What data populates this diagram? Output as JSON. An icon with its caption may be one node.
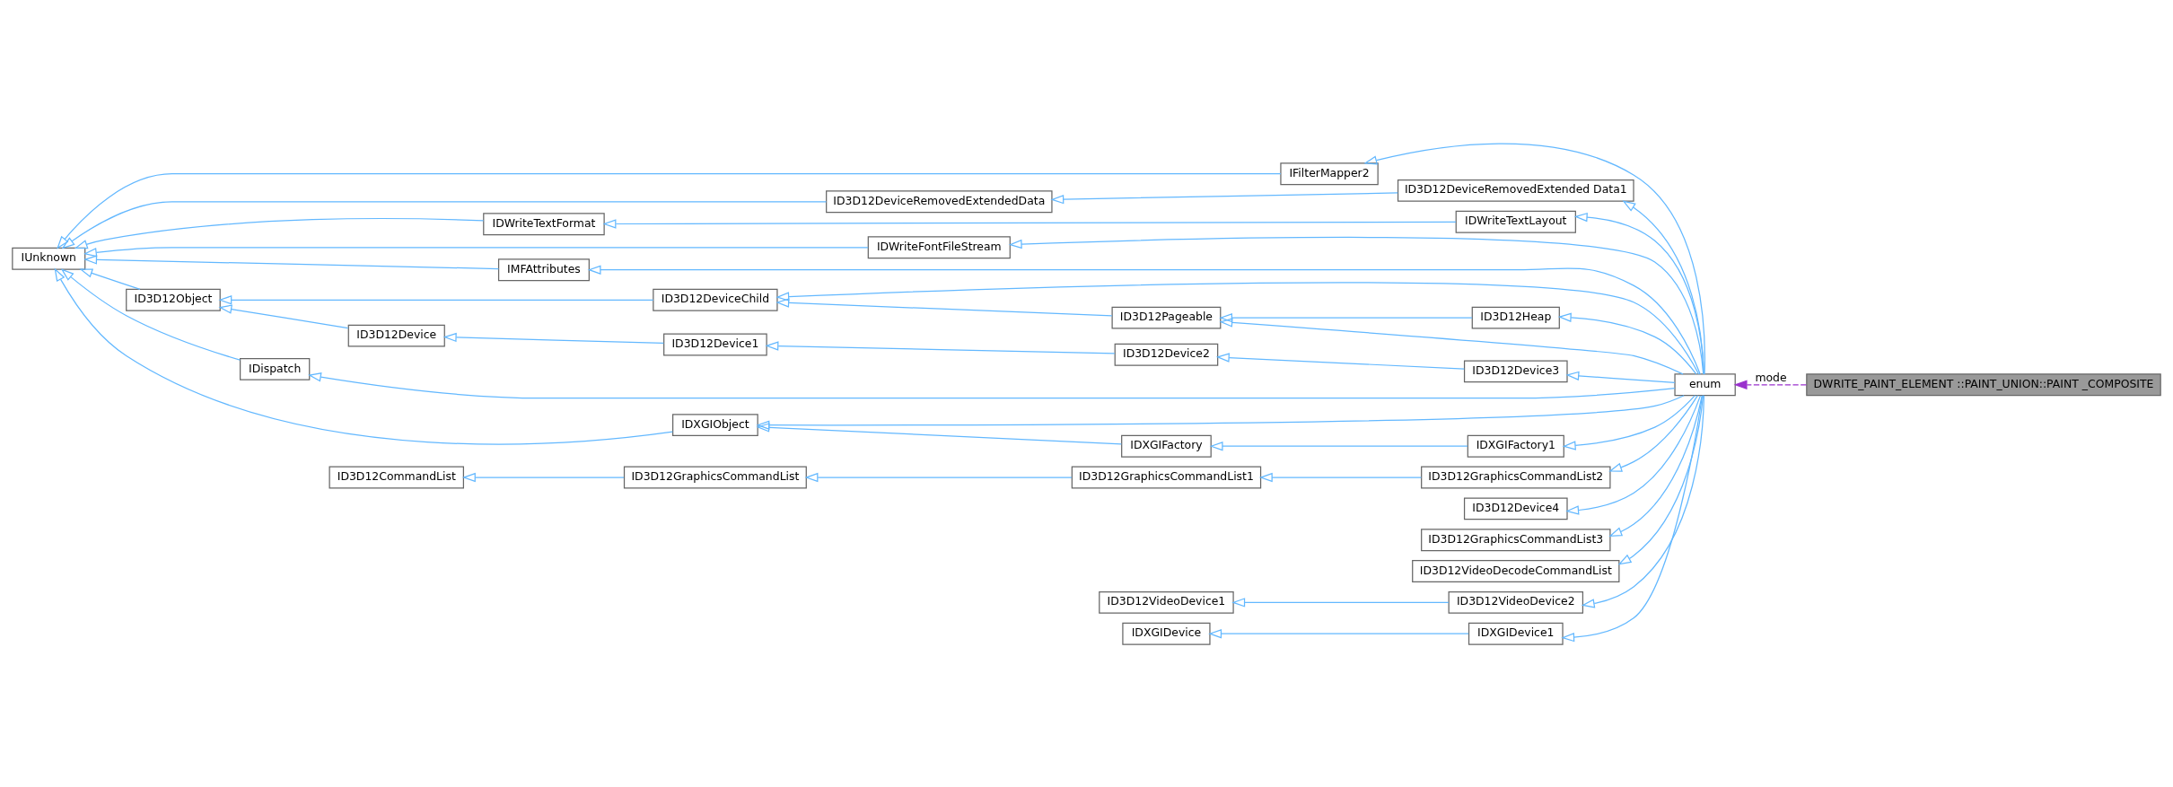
{
  "diagram": {
    "nodes": [
      {
        "text": [
          "IUnknown"
        ]
      },
      {
        "text": [
          "IFilterMapper2"
        ]
      },
      {
        "text": [
          "ID3D12Object"
        ]
      },
      {
        "text": [
          "ID3D12DeviceRemovedExtendedData"
        ]
      },
      {
        "text": [
          "IDWriteTextFormat"
        ]
      },
      {
        "text": [
          "ID3D12DeviceChild"
        ]
      },
      {
        "text": [
          "ID3D12Device"
        ]
      },
      {
        "text": [
          "ID3D12DeviceRemovedExtended Data1"
        ]
      },
      {
        "text": [
          "IDWriteTextLayout"
        ]
      },
      {
        "text": [
          "IDWriteFontFileStream"
        ]
      },
      {
        "text": [
          "IDXGIObject"
        ]
      },
      {
        "text": [
          "IDXGIFactory"
        ]
      },
      {
        "text": [
          "IMFAttributes"
        ]
      },
      {
        "text": [
          "IDispatch"
        ]
      },
      {
        "text": [
          "ID3D12Pageable"
        ]
      },
      {
        "text": [
          "ID3D12Device1"
        ]
      },
      {
        "text": [
          "ID3D12Device2"
        ]
      },
      {
        "text": [
          "ID3D12Heap"
        ]
      },
      {
        "text": [
          "ID3D12Device3"
        ]
      },
      {
        "text": [
          "IDXGIFactory1"
        ]
      },
      {
        "text": [
          "ID3D12CommandList"
        ]
      },
      {
        "text": [
          "ID3D12GraphicsCommandList"
        ]
      },
      {
        "text": [
          "ID3D12GraphicsCommandList1"
        ]
      },
      {
        "text": [
          "ID3D12GraphicsCommandList2"
        ]
      },
      {
        "text": [
          "ID3D12Device4"
        ]
      },
      {
        "text": [
          "ID3D12GraphicsCommandList3"
        ]
      },
      {
        "text": [
          "ID3D12VideoDecodeCommandList"
        ]
      },
      {
        "text": [
          "ID3D12VideoDevice1"
        ]
      },
      {
        "text": [
          "ID3D12VideoDevice2"
        ]
      },
      {
        "text": [
          "IDXGIDevice"
        ]
      },
      {
        "text": [
          "IDXGIDevice1"
        ]
      },
      {
        "text": [
          "enum"
        ]
      },
      {
        "text": [
          "DWRITE_PAINT_ELEMENT ::PAINT_UNION::PAINT _COMPOSITE"
        ]
      }
    ],
    "edges": [
      {
        "from": 1,
        "to": 0,
        "arrow": "to"
      },
      {
        "from": 2,
        "to": 0,
        "arrow": "to"
      },
      {
        "from": 3,
        "to": 0,
        "arrow": "to"
      },
      {
        "from": 4,
        "to": 0,
        "arrow": "to"
      },
      {
        "from": 9,
        "to": 0,
        "arrow": "to"
      },
      {
        "from": 10,
        "to": 0,
        "arrow": "to"
      },
      {
        "from": 12,
        "to": 0,
        "arrow": "to"
      },
      {
        "from": 13,
        "to": 0,
        "arrow": "to"
      },
      {
        "from": 5,
        "to": 2,
        "arrow": "to"
      },
      {
        "from": 6,
        "to": 2,
        "arrow": "to"
      },
      {
        "from": 7,
        "to": 3,
        "arrow": "to"
      },
      {
        "from": 8,
        "to": 4,
        "arrow": "to"
      },
      {
        "from": 11,
        "to": 10,
        "arrow": "to"
      },
      {
        "from": 14,
        "to": 5,
        "arrow": "to"
      },
      {
        "from": 15,
        "to": 6,
        "arrow": "to"
      },
      {
        "from": 16,
        "to": 15,
        "arrow": "to"
      },
      {
        "from": 17,
        "to": 14,
        "arrow": "to"
      },
      {
        "from": 18,
        "to": 16,
        "arrow": "to"
      },
      {
        "from": 19,
        "to": 11,
        "arrow": "to"
      },
      {
        "from": 21,
        "to": 20,
        "arrow": "to"
      },
      {
        "from": 22,
        "to": 21,
        "arrow": "to"
      },
      {
        "from": 23,
        "to": 22,
        "arrow": "to"
      },
      {
        "from": 28,
        "to": 27,
        "arrow": "to"
      },
      {
        "from": 30,
        "to": 29,
        "arrow": "to"
      },
      {
        "from": 31,
        "to": 1,
        "arrow": "to"
      },
      {
        "from": 31,
        "to": 5,
        "arrow": "to"
      },
      {
        "from": 31,
        "to": 14,
        "arrow": "to"
      },
      {
        "from": 31,
        "to": 17,
        "arrow": "to"
      },
      {
        "from": 31,
        "to": 18,
        "arrow": "to"
      },
      {
        "from": 31,
        "to": 7,
        "arrow": "to"
      },
      {
        "from": 31,
        "to": 8,
        "arrow": "to"
      },
      {
        "from": 31,
        "to": 9,
        "arrow": "to"
      },
      {
        "from": 31,
        "to": 10,
        "arrow": "to"
      },
      {
        "from": 31,
        "to": 19,
        "arrow": "to"
      },
      {
        "from": 31,
        "to": 12,
        "arrow": "to"
      },
      {
        "from": 31,
        "to": 13,
        "arrow": "to"
      },
      {
        "from": 31,
        "to": 23,
        "arrow": "to"
      },
      {
        "from": 31,
        "to": 24,
        "arrow": "to"
      },
      {
        "from": 31,
        "to": 25,
        "arrow": "to"
      },
      {
        "from": 31,
        "to": 26,
        "arrow": "to"
      },
      {
        "from": 31,
        "to": 28,
        "arrow": "to"
      },
      {
        "from": 31,
        "to": 30,
        "arrow": "to"
      },
      {
        "from": 32,
        "to": 31,
        "arrow": "to",
        "label": "mode",
        "style": "dashed",
        "color": "#9a32cd"
      }
    ]
  }
}
